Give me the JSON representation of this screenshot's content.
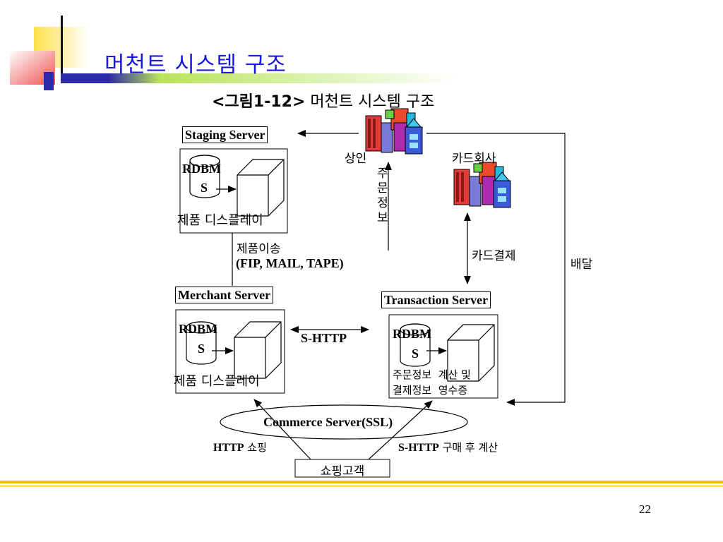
{
  "slide": {
    "title": "머천트 시스템 구조",
    "page_number": "22"
  },
  "caption": {
    "prefix": "<그림",
    "number": "1-12>",
    "text": " 머천트 시스템 구조"
  },
  "staging": {
    "label": "Staging Server",
    "db_label_1": "RDBM",
    "db_label_2": "S",
    "display_label": "제품 디스플레이"
  },
  "merchant": {
    "label": "Merchant Server",
    "db_label_1": "RDBM",
    "db_label_2": "S",
    "display_label": "제품 디스플레이"
  },
  "transaction": {
    "label": "Transaction Server",
    "db_label_1": "RDBM",
    "db_label_2": "S",
    "desc_line1": "주문정보  계산 및",
    "desc_line2": "결제정보  영수증"
  },
  "parties": {
    "merchant_label": "상인",
    "card_company_label": "카드회사",
    "shopper_label": "쇼핑고객"
  },
  "flows": {
    "product_transfer": "제품이송",
    "transfer_media": "(FIP, MAIL, TAPE)",
    "order_info": "주문정보",
    "card_payment": "카드결제",
    "delivery": "배달",
    "s_http": "S-HTTP",
    "commerce_server": "Commerce Server(SSL)",
    "http_shopping_prefix": "HTTP",
    "http_shopping_suffix": " 쇼핑",
    "s_http_purchase_prefix": "S-HTTP",
    "s_http_purchase_suffix": " 구매 후 계산"
  },
  "colors": {
    "title_blue": "#1a1adc",
    "accent_yellow": "#ffe14a",
    "accent_red": "#f05050",
    "accent_navy": "#2a2aa8",
    "rule_yellow": "#f2c200"
  }
}
